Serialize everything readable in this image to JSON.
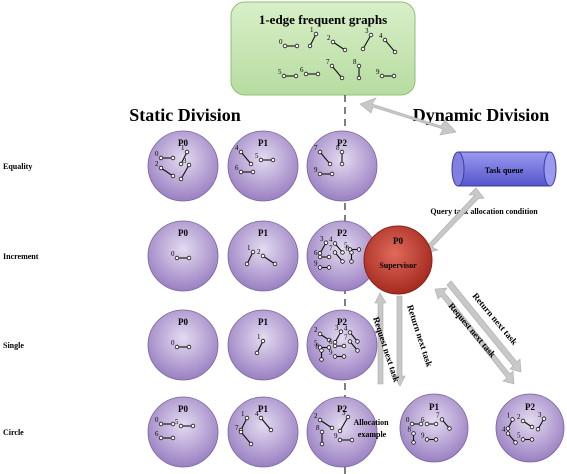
{
  "top_box": {
    "title": "1-edge frequent graphs",
    "edge_labels": [
      "0",
      "1",
      "2",
      "3",
      "4",
      "5",
      "6",
      "7",
      "8",
      "9"
    ]
  },
  "static_division": {
    "title": "Static Division",
    "columns": [
      "P0",
      "P1",
      "P2"
    ],
    "rows": [
      {
        "label": "Equality",
        "cells": [
          [
            "0",
            "1",
            "2",
            "3"
          ],
          [
            "4",
            "5",
            "6"
          ],
          [
            "7",
            "8",
            "9"
          ]
        ]
      },
      {
        "label": "Increment",
        "cells": [
          [
            "0"
          ],
          [
            "1",
            "2"
          ],
          [
            "3",
            "4",
            "5",
            "6",
            "7",
            "8",
            "9"
          ]
        ]
      },
      {
        "label": "Single",
        "cells": [
          [
            "0"
          ],
          [
            "1"
          ],
          [
            "2",
            "3",
            "4",
            "5",
            "6",
            "7",
            "8",
            "9"
          ]
        ]
      },
      {
        "label": "Circle",
        "cells": [
          [
            "0",
            "5",
            "6"
          ],
          [
            "1",
            "4",
            "7"
          ],
          [
            "2",
            "3",
            "8",
            "9"
          ]
        ]
      }
    ]
  },
  "dynamic_division": {
    "title": "Dynamic Division",
    "task_queue_label": "Task queue",
    "query_label": "Query task allocation condition",
    "supervisor": {
      "name": "P0",
      "role": "Supervisor"
    },
    "request_label": "Request next task",
    "return_label": "Return next task",
    "allocation_label": "Allocation\nexample",
    "workers": [
      {
        "name": "P1",
        "edges": [
          "0",
          "6",
          "7",
          "8",
          "9"
        ]
      },
      {
        "name": "P2",
        "edges": [
          "1",
          "2",
          "3",
          "4",
          "5"
        ]
      }
    ]
  },
  "colors": {
    "top_box_fill": "#c8e6b4",
    "circle_light": "#dcd0ec",
    "circle_dark": "#9a7fc0",
    "queue_fill": "#6f6fe0",
    "supervisor_fill": "#c0392b",
    "arrow_fill": "#c8c8c8"
  }
}
